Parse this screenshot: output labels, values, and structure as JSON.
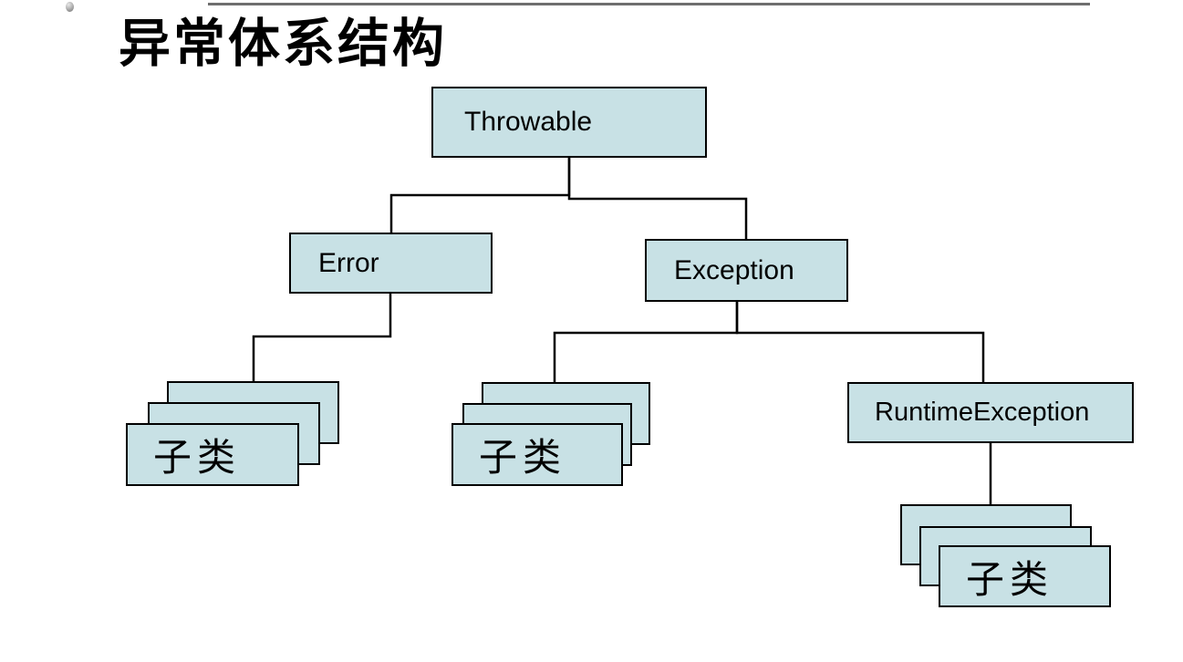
{
  "slide": {
    "title": "异常体系结构"
  },
  "nodes": {
    "throwable": "Throwable",
    "error": "Error",
    "exception": "Exception",
    "runtime_exception": "RuntimeException",
    "error_subclass": "子类",
    "exception_subclass": "子类",
    "runtime_subclass": "子类"
  },
  "colors": {
    "node_fill": "#c8e1e5",
    "node_border": "#000000",
    "connector": "#000000",
    "top_rule": "#6e6e6e"
  }
}
